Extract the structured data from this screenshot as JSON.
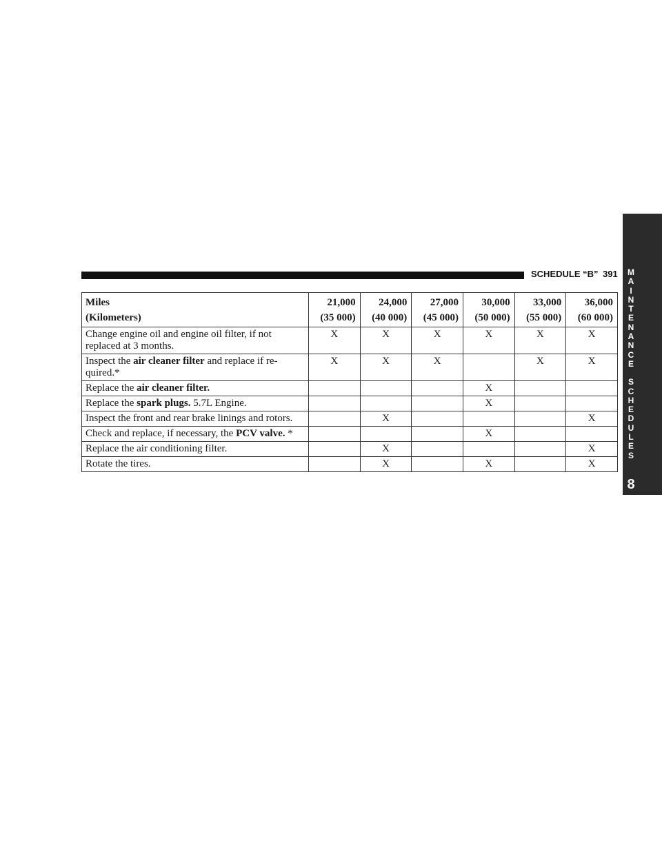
{
  "header": {
    "title": "SCHEDULE “B”",
    "page": "391"
  },
  "side_tab": {
    "letters": [
      "M",
      "A",
      "I",
      "N",
      "T",
      "E",
      "N",
      "A",
      "N",
      "C",
      "E",
      "",
      "S",
      "C",
      "H",
      "E",
      "D",
      "U",
      "L",
      "E",
      "S"
    ],
    "number": "8"
  },
  "table": {
    "row_header_miles": "Miles",
    "row_header_km": "(Kilometers)",
    "columns": [
      {
        "miles": "21,000",
        "km": "(35 000)"
      },
      {
        "miles": "24,000",
        "km": "(40 000)"
      },
      {
        "miles": "27,000",
        "km": "(45 000)"
      },
      {
        "miles": "30,000",
        "km": "(50 000)"
      },
      {
        "miles": "33,000",
        "km": "(55 000)"
      },
      {
        "miles": "36,000",
        "km": "(60 000)"
      }
    ],
    "rows": [
      {
        "pre": "Change engine oil and engine oil filter, if not replaced at 3 months.",
        "bold": "",
        "post": "",
        "marks": [
          "X",
          "X",
          "X",
          "X",
          "X",
          "X"
        ]
      },
      {
        "pre": "Inspect the ",
        "bold": "air cleaner filter",
        "post": " and replace if re- quired.*",
        "marks": [
          "X",
          "X",
          "X",
          "",
          "X",
          "X"
        ]
      },
      {
        "pre": "Replace the ",
        "bold": "air cleaner filter.",
        "post": "",
        "marks": [
          "",
          "",
          "",
          "X",
          "",
          ""
        ]
      },
      {
        "pre": "Replace the ",
        "bold": "spark plugs.",
        "post": " 5.7L Engine.",
        "marks": [
          "",
          "",
          "",
          "X",
          "",
          ""
        ]
      },
      {
        "pre": "Inspect the front and rear brake linings and rotors.",
        "bold": "",
        "post": "",
        "marks": [
          "",
          "X",
          "",
          "",
          "",
          "X"
        ]
      },
      {
        "pre": "Check and replace, if necessary, the ",
        "bold": "PCV valve.",
        "post": " *",
        "marks": [
          "",
          "",
          "",
          "X",
          "",
          ""
        ]
      },
      {
        "pre": "Replace the air conditioning filter.",
        "bold": "",
        "post": "",
        "marks": [
          "",
          "X",
          "",
          "",
          "",
          "X"
        ]
      },
      {
        "pre": "Rotate the tires.",
        "bold": "",
        "post": "",
        "marks": [
          "",
          "X",
          "",
          "X",
          "",
          "X"
        ]
      }
    ]
  }
}
